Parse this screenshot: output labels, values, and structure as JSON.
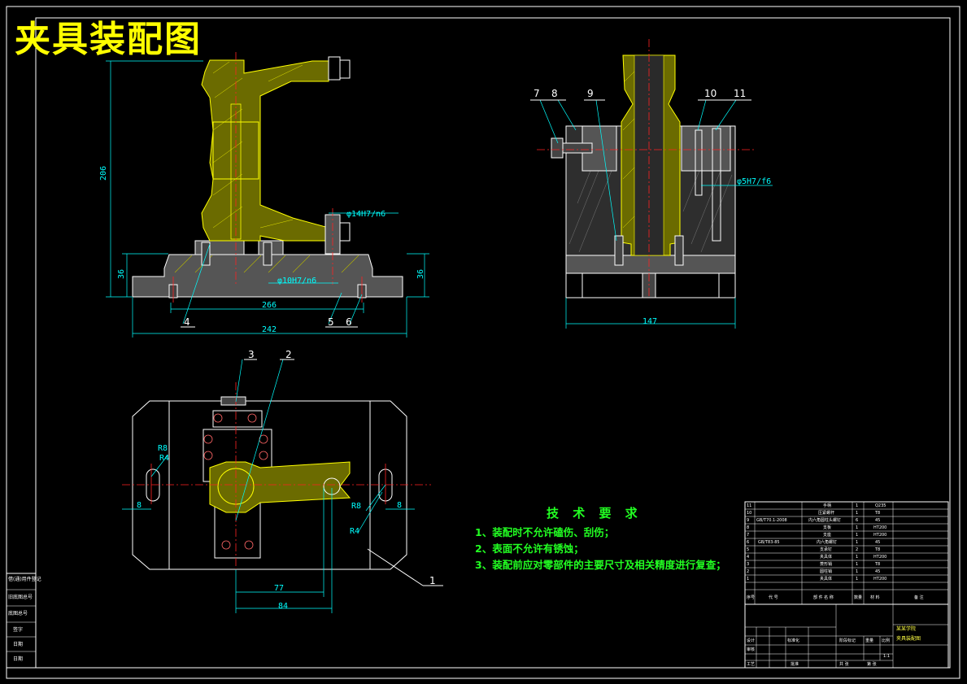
{
  "drawing_title": "夹具装配图",
  "tech_requirements": {
    "heading": "技 术 要 求",
    "items": [
      "1、装配时不允许磕伤、刮伤；",
      "2、表面不允许有锈蚀；",
      "3、装配前应对零部件的主要尺寸及相关精度进行复查；"
    ]
  },
  "front_view": {
    "dims": {
      "height_total": "206",
      "base_height_left": "36",
      "base_height_right": "36",
      "inner_width": "266",
      "outer_width": "242"
    },
    "fits": {
      "pin_upper": "φ14H7/n6",
      "pin_lower": "φ10H7/n6"
    },
    "callouts": [
      "4",
      "5",
      "6"
    ]
  },
  "side_view": {
    "dims": {
      "width": "147"
    },
    "fits": {
      "pin": "φ5H7/f6"
    },
    "callouts": [
      "7",
      "8",
      "9",
      "10",
      "11"
    ]
  },
  "top_view": {
    "dims": {
      "d77": "77",
      "d84": "84",
      "r8_left": "R8",
      "r4_left": "R4",
      "r8_right": "R8",
      "r4_right": "R4",
      "w8_left": "8",
      "w8_right": "8"
    },
    "callouts": [
      "3",
      "2",
      "1"
    ]
  },
  "parts_list": {
    "header": [
      "序号",
      "代 号",
      "部 件 名 称",
      "数量",
      "材 料",
      "备 注"
    ],
    "rows": [
      {
        "no": "11",
        "code": "",
        "name": "手柄",
        "qty": "1",
        "mat": "Q235"
      },
      {
        "no": "10",
        "code": "",
        "name": "压紧螺杆",
        "qty": "1",
        "mat": "T8"
      },
      {
        "no": "9",
        "code": "GB/T70.1-2008",
        "name": "内六角圆柱头螺钉",
        "qty": "6",
        "mat": "45"
      },
      {
        "no": "8",
        "code": "",
        "name": "支板",
        "qty": "1",
        "mat": "HT200"
      },
      {
        "no": "7",
        "code": "",
        "name": "支座",
        "qty": "1",
        "mat": "HT200"
      },
      {
        "no": "6",
        "code": "GB/T83-85",
        "name": "内六角螺钉",
        "qty": "1",
        "mat": "45"
      },
      {
        "no": "5",
        "code": "",
        "name": "支承钉",
        "qty": "2",
        "mat": "T8"
      },
      {
        "no": "4",
        "code": "",
        "name": "夹具体",
        "qty": "1",
        "mat": "HT200"
      },
      {
        "no": "3",
        "code": "",
        "name": "菱形销",
        "qty": "1",
        "mat": "T8"
      },
      {
        "no": "2",
        "code": "",
        "name": "圆柱销",
        "qty": "1",
        "mat": "45"
      },
      {
        "no": "1",
        "code": "",
        "name": "夹具体",
        "qty": "1",
        "mat": "HT200"
      }
    ]
  },
  "title_block": {
    "school": "某某学院",
    "drawing_name": "夹具装配图",
    "labels": {
      "design": "设计",
      "check": "审核",
      "process": "工艺",
      "approve": "批准",
      "standard": "标准化",
      "stage": "阶段标记",
      "weight": "重量",
      "scale": "比例",
      "scale_val": "1:1",
      "sheets": "共 张",
      "sheet": "第 张"
    }
  },
  "left_strip": [
    "借(通)用件登记",
    "旧底图总号",
    "底图总号",
    "签字",
    "日期",
    "日期"
  ]
}
